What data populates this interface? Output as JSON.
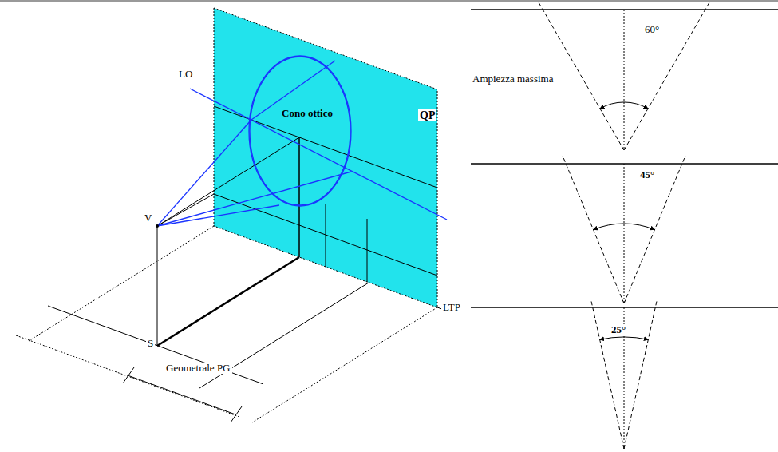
{
  "diagram": {
    "nodes": [
      {
        "text": [
          "Cono ottico"
        ]
      }
    ],
    "labels": [
      "LO",
      "QP",
      "V",
      "S",
      "LTP",
      "Geometrale PG",
      "Ampiezza massima",
      "60°",
      "45°",
      "25°"
    ]
  }
}
